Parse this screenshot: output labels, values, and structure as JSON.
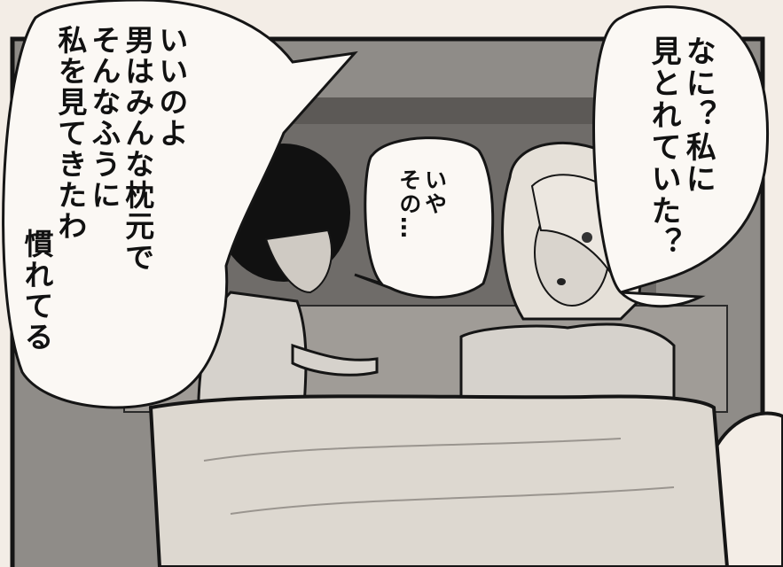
{
  "panel": {
    "background_color": "#f3ede6",
    "ink_color": "#111111",
    "bubbles": [
      {
        "id": "right",
        "lines": [
          "なに？私に",
          "見とれていた？"
        ]
      },
      {
        "id": "middle",
        "lines": [
          "いや",
          "その…"
        ]
      },
      {
        "id": "left",
        "lines": [
          "いいのよ",
          "男はみんな枕元で",
          "そんなふうに",
          "私を見てきたわ",
          "慣れてる"
        ]
      }
    ]
  }
}
